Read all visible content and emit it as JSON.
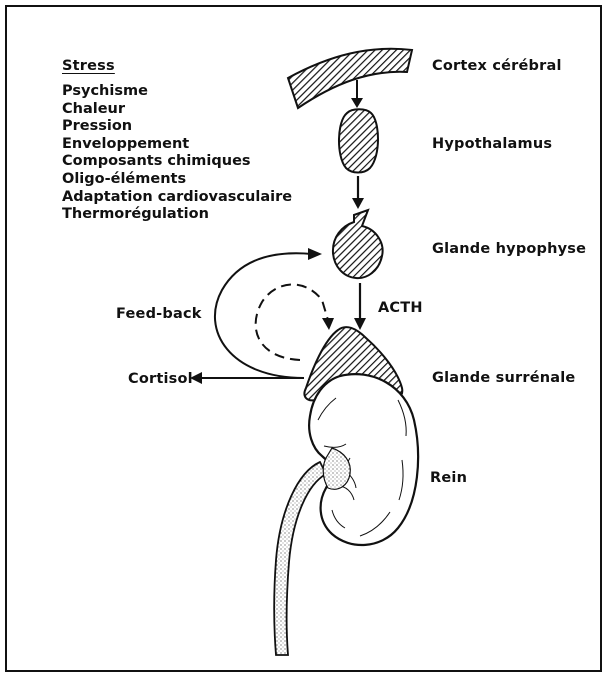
{
  "stress": {
    "title": "Stress",
    "items": [
      "Psychisme",
      "Chaleur",
      "Pression",
      "Enveloppement",
      "Composants chimiques",
      "Oligo-éléments",
      "Adaptation cardiovasculaire",
      "Thermorégulation"
    ]
  },
  "labels": {
    "cortex": "Cortex cérébral",
    "hypothalamus": "Hypothalamus",
    "hypophyse": "Glande hypophyse",
    "acth": "ACTH",
    "feedback": "Feed-back",
    "cortisol": "Cortisol",
    "surrenale": "Glande surrénale",
    "rein": "Rein"
  }
}
